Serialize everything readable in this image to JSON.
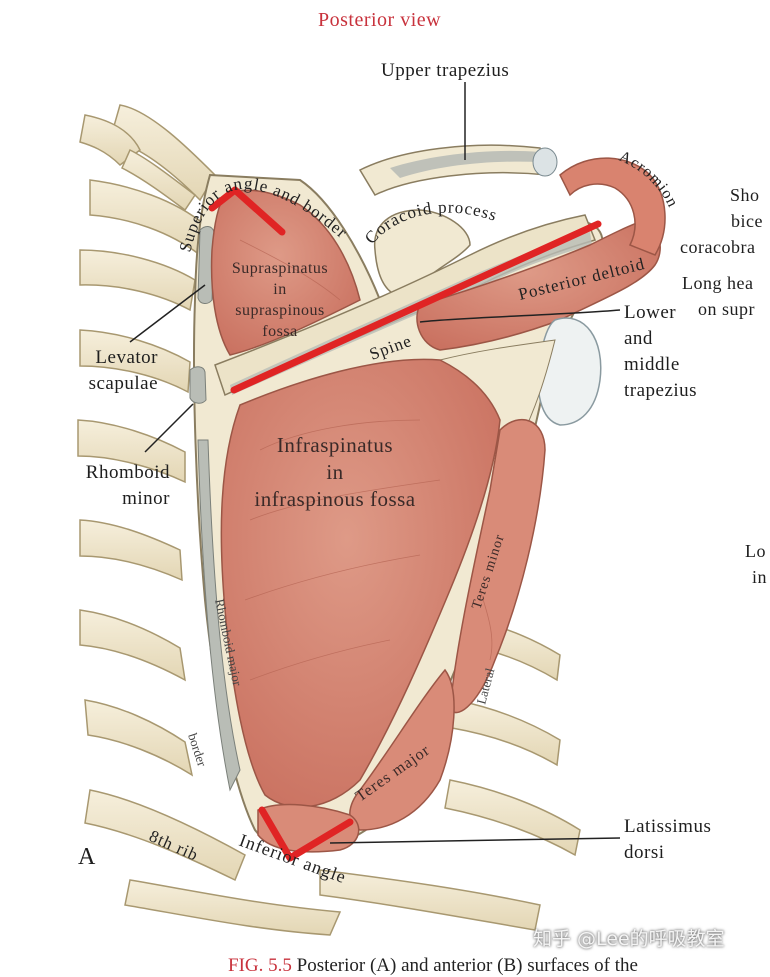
{
  "title": "Posterior view",
  "panel_letter": "A",
  "labels": {
    "upper_trapezius": "Upper trapezius",
    "superior_angle": "Superior angle and border",
    "coracoid": "Coracoid process",
    "acromion": "Acromion",
    "supraspinatus": [
      "Supraspinatus",
      "in",
      "supraspinous",
      "fossa"
    ],
    "spine": "Spine",
    "posterior_deltoid": "Posterior deltoid",
    "lower_middle_trapezius": [
      "Lower",
      "and",
      "middle",
      "trapezius"
    ],
    "levator_scapulae": [
      "Levator",
      "scapulae"
    ],
    "rhomboid_minor": [
      "Rhomboid",
      "minor"
    ],
    "infraspinatus": [
      "Infraspinatus",
      "in",
      "infraspinous fossa"
    ],
    "teres_minor": "Teres minor",
    "lateral_border": "Lateral",
    "medial_border": "border",
    "rhomboid_major": "Rhomboid major",
    "teres_major": "Teres major",
    "eighth_rib": "8th rib",
    "inferior_angle": "Inferior angle",
    "latissimus_dorsi": [
      "Latissimus",
      "dorsi"
    ]
  },
  "cut_off_right": [
    "Sho",
    "bice",
    "coracobra",
    "Long hea",
    "on supr",
    "Lo",
    "in"
  ],
  "watermark": "知乎 @Lee的呼吸教室",
  "caption": {
    "fig": "FIG. 5.5",
    "text": "Posterior (A) and anterior (B) surfaces of the"
  },
  "colors": {
    "muscle": "#d98b78",
    "bone": "#f1e9d2",
    "tendon": "#b9bdb6",
    "highlight": "#e02424",
    "title": "#c8323c"
  }
}
